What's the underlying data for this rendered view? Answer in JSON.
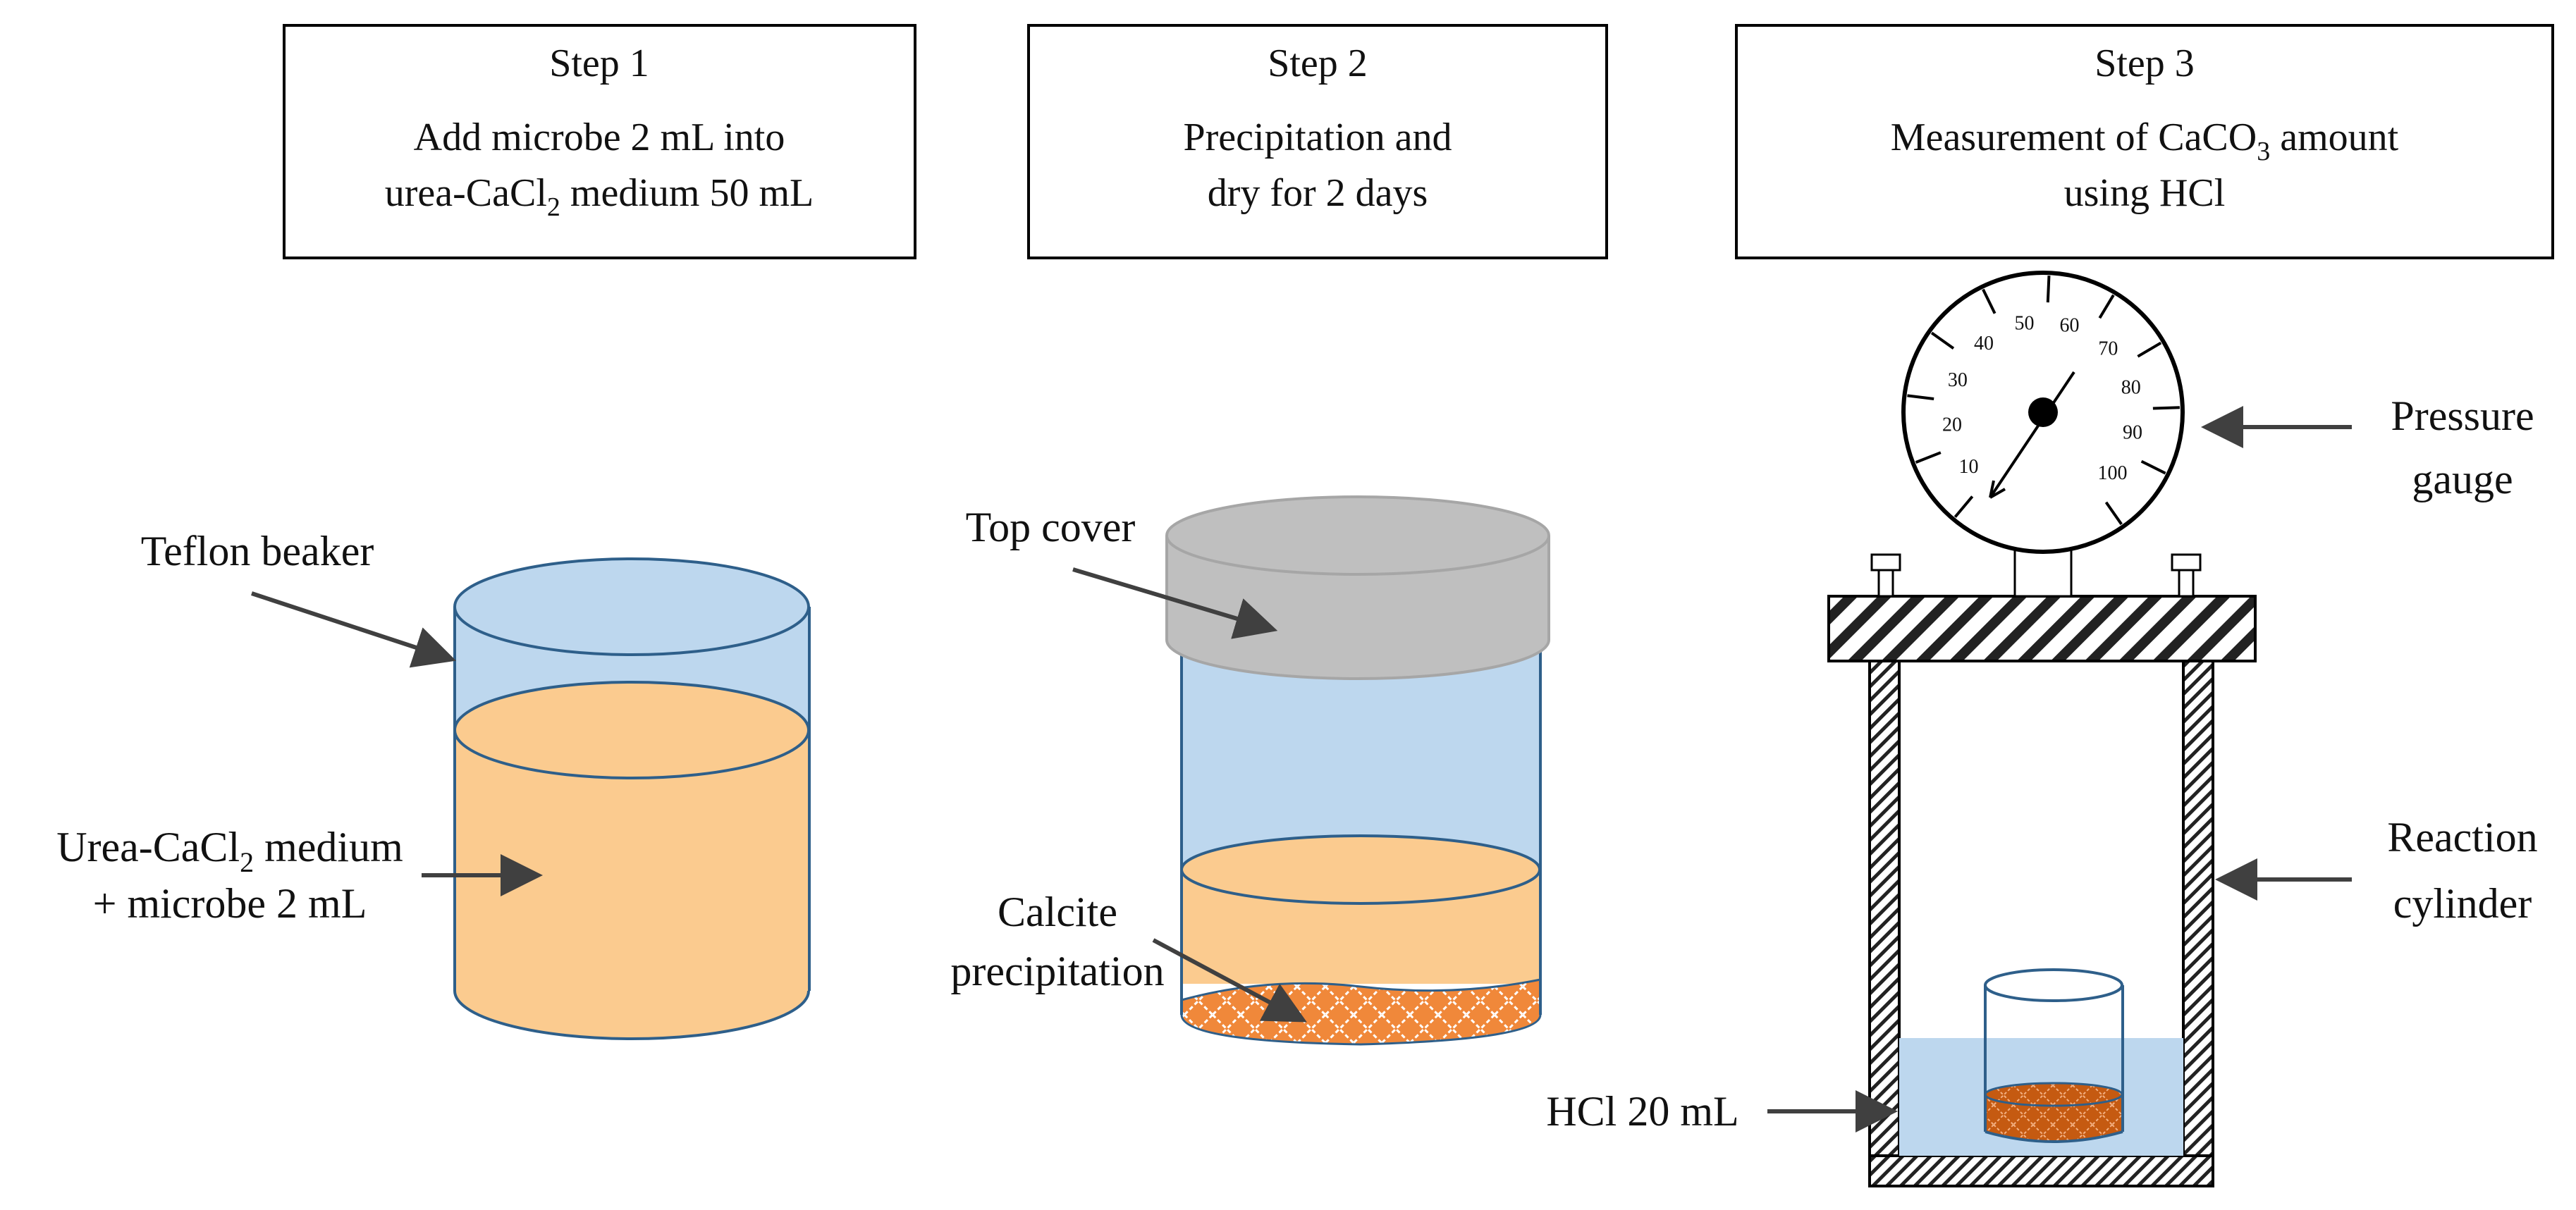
{
  "steps": [
    {
      "title": "Step 1",
      "line1": "Add microbe 2 mL into",
      "line2_a": "urea-CaCl",
      "line2_sub": "2",
      "line2_b": " medium 50 mL"
    },
    {
      "title": "Step 2",
      "line1": "Precipitation and",
      "line2_a": "dry for 2 days",
      "line2_sub": "",
      "line2_b": ""
    },
    {
      "title": "Step 3",
      "line1_a": "Measurement of CaCO",
      "line1_sub": "3",
      "line1_b": " amount",
      "line2_a": "using HCl",
      "line2_sub": "",
      "line2_b": ""
    }
  ],
  "labels": {
    "teflon_beaker": "Teflon beaker",
    "medium_a": "Urea-CaCl",
    "medium_sub": "2",
    "medium_b": " medium",
    "medium_line2": "+ microbe 2 mL",
    "top_cover": "Top cover",
    "calcite_line1": "Calcite",
    "calcite_line2": "precipitation",
    "pressure_line1": "Pressure",
    "pressure_line2": "gauge",
    "reaction_line1": "Reaction",
    "reaction_line2": "cylinder",
    "hcl": "HCl 20 mL"
  },
  "gauge": {
    "ticks": [
      "10",
      "20",
      "30",
      "40",
      "50",
      "60",
      "70",
      "80",
      "90",
      "100"
    ]
  },
  "colors": {
    "beaker_blue": "#bdd7ee",
    "beaker_outline": "#2e5f8a",
    "medium_orange": "#fbcb8f",
    "lid_gray": "#bfbfbf",
    "calcite_orange": "#f0883a",
    "dark_calcite": "#c55a11",
    "arrow": "#404040"
  }
}
